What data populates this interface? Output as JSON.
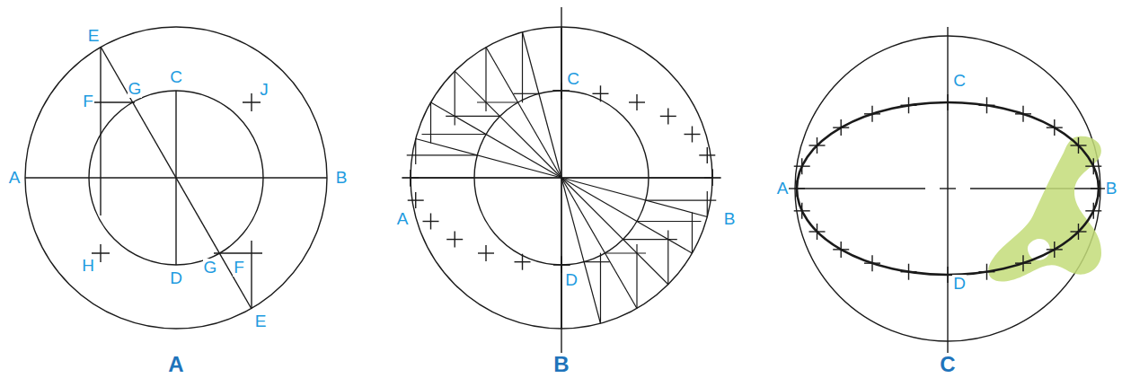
{
  "diagram": {
    "labels": [
      "E",
      "F",
      "G",
      "C",
      "J",
      "A",
      "B",
      "H",
      "D",
      "G",
      "F",
      "E",
      "A",
      "C",
      "A",
      "B",
      "D",
      "B",
      "C",
      "A",
      "B",
      "D",
      "C"
    ]
  }
}
